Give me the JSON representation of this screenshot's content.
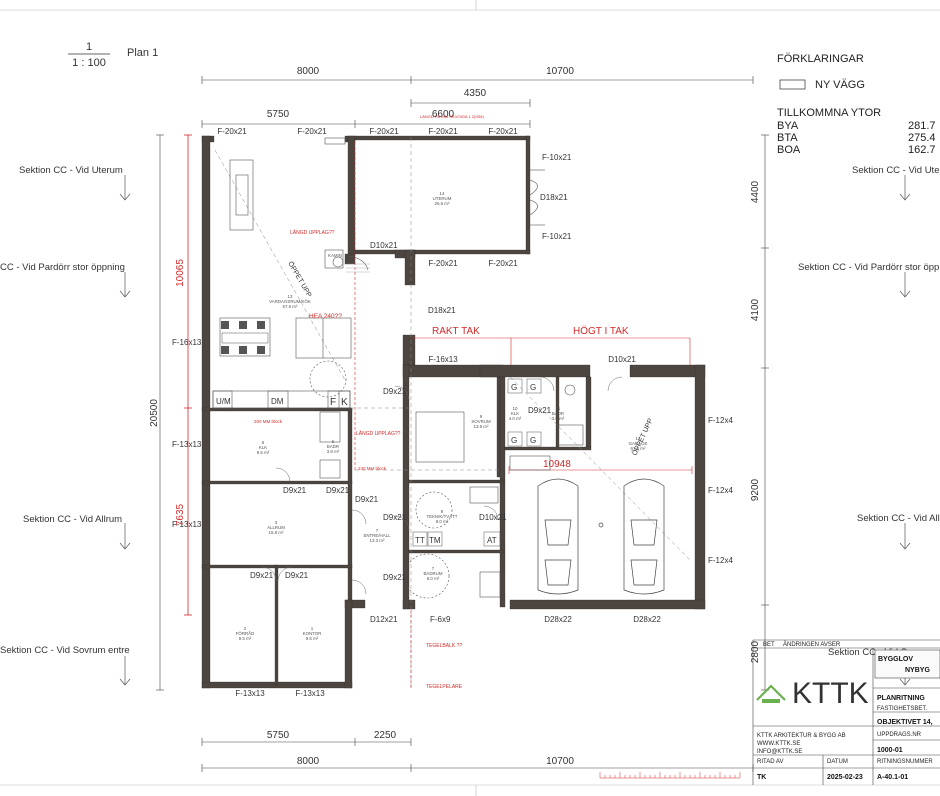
{
  "scale": {
    "numerator": "1",
    "denominator": "1 : 100",
    "plan": "Plan 1"
  },
  "dims": {
    "top_left": "8000",
    "top_right": "10700",
    "top_4350": "4350",
    "top_5750": "5750",
    "top_6600": "6600",
    "bot_5750": "5750",
    "bot_2250": "2250",
    "bot_8000": "8000",
    "bot_10700": "10700",
    "left_20500": "20500",
    "left_10065": "10065",
    "left_7635": "7635",
    "right_4400": "4400",
    "right_4100": "4100",
    "right_9200": "9200",
    "right_2800": "2800",
    "garage_10948": "10948"
  },
  "legend": {
    "title": "FÖRKLARINGAR",
    "new_wall": "NY VÄGG",
    "added_title": "TILLKOMMNA YTOR",
    "rows": [
      {
        "k": "BYA",
        "v": "281.7"
      },
      {
        "k": "BTA",
        "v": "275.4"
      },
      {
        "k": "BOA",
        "v": "162.7"
      }
    ]
  },
  "sections": {
    "l1": "Sektion CC - Vid Uterum",
    "l2": "CC - Vid Pardörr stor öppning",
    "l3": "Sektion CC - Vid Allrum",
    "l4": "Sektion CC - Vid Sovrum entre",
    "r1": "Sektion CC - Vid Uterum",
    "r2": "Sektion CC - Vid Pardörr stor öppn",
    "r3": "Sektion CC - Vid Allr",
    "r4": "Sektion CC - Vid Sovrum e"
  },
  "windows": {
    "f20_1": "F-20x21",
    "f20_2": "F-20x21",
    "f20_3": "F-20x21",
    "f20_4": "F-20x21",
    "f20_5": "F-20x21",
    "f20_6": "F-20x21",
    "f20_7": "F-20x21",
    "f10_1": "F-10x21",
    "f10_2": "F-10x21",
    "d18_1": "D18x21",
    "d10_1": "D10x21",
    "d18_2": "D18x21",
    "f16_1": "F-16x13",
    "f16_2": "F-16x13",
    "d10_2": "D10x21",
    "f12_1": "F-12x4",
    "f12_2": "F-12x4",
    "f12_3": "F-12x4",
    "f13_1": "F-13x13",
    "f13_2": "F-13x13",
    "f13_3": "F-13x13",
    "f13_4": "F-13x13",
    "d9_1": "D9x21",
    "d9_2": "D9x21",
    "d9_3": "D9x21",
    "d9_4": "D9x21",
    "d9_5": "D9x21",
    "d9_6": "D9x21",
    "d9_7": "D9x21",
    "d9_8": "D9x21",
    "d9_9": "D9x21",
    "d10_3": "D10x21",
    "d12_1": "D12x21",
    "f6_1": "F-6x9",
    "d28_1": "D28x22",
    "d28_2": "D28x22"
  },
  "notes": {
    "raktak": "RAKT TAK",
    "hogttak": "HÖGT I TAK",
    "langd1": "LÄNGD UPPLAG??",
    "langd2": "LÄNGD UPPLAG??",
    "hea": "HEA 240??",
    "block200": "200 MM block",
    "block240": "240 MM block",
    "oppet1": "ÖPPET UPP",
    "oppet2": "ÖPPET UPP",
    "tegelbalk": "TEGELBALK ??",
    "tegelpelare": "TEGELPELARE",
    "top_note": "LÄNGD PÅ MM SKIVSIDA 1 2(ISM)"
  },
  "rooms": {
    "uterum": "14\nUTERUM\n26.5 m²",
    "vardag": "13\nVARDAGSRUM/KÖK\n57.5 m²",
    "klk1": "5\nKLK\n9.5 m²",
    "bad1": "6\nBADR\n3.9 m²",
    "allrum": "3\nALLRUM\n15.8 m²",
    "forrad": "2\nFÖRRÅD\n9.5 m²",
    "kontor": "1\nKONTOR\n9.5 m²",
    "entre": "7\nENTRE/HALL\n13.3 m²",
    "sovrum": "9\nSOVRUM\n13.8 m²",
    "klk2": "10\nKLK\n4.0 m²",
    "bad2": "11\nBADR\n3.0 m²",
    "garage": "12\nGARAGE\n67.8 m²",
    "teknik": "8\nTEKNIK/TVÄTT\n8.0 m²",
    "badrum": "7\nBADRUM\n6.0 m²",
    "kamin": "KAMIN"
  },
  "fixtures": {
    "um": "U/M",
    "dm": "DM",
    "f": "F",
    "k": "K",
    "tt": "TT",
    "tm": "TM",
    "at": "AT",
    "g1": "G",
    "g2": "G",
    "g3": "G",
    "g4": "G"
  },
  "titleblock": {
    "bet": "BET",
    "andring": "ÄNDRINGEN AVSER",
    "bygglov1": "BYGGLOV",
    "bygglov2": "NYBYG",
    "logo": "KTTK",
    "planritning": "PLANRITNING",
    "fastighet": "FASTIGHETSBET.",
    "objekt": "OBJEKTIVET 14,",
    "company": "KTTK ARKITEKTUR & BYGG AB",
    "web": "WWW.KTTK.SE",
    "email": "INFO@KTTK.SE",
    "uppdrag_label": "UPPDRAGS.NR",
    "uppdrag": "1000-01",
    "ritad_label": "RITAD AV",
    "datum_label": "DATUM",
    "ritnr_label": "RITNINGSNUMMER",
    "ritad": "TK",
    "datum": "2025-02-23",
    "ritnr": "A-40.1-01"
  },
  "colors": {
    "wall": "#4d4640",
    "red": "#d42a2a",
    "accent_green": "#6ab04c"
  }
}
